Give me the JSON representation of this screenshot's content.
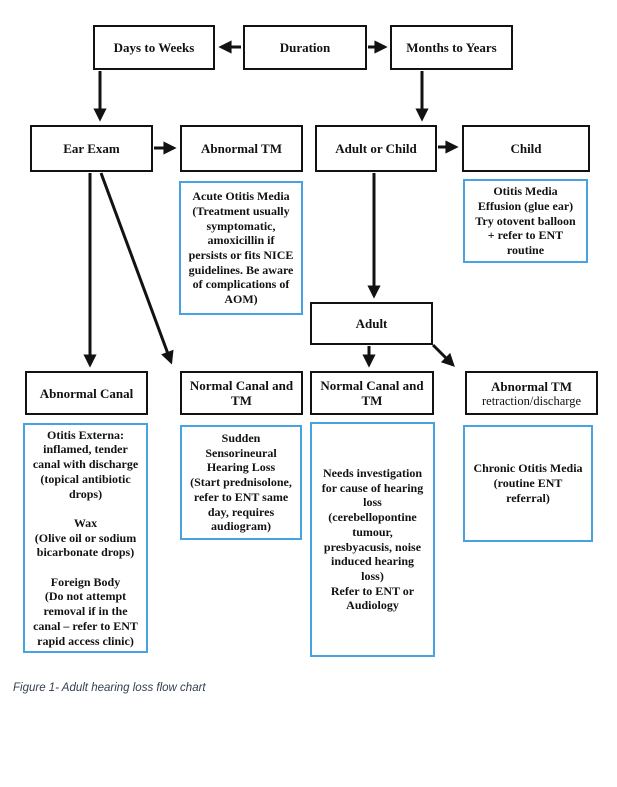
{
  "nodes": {
    "duration": "Duration",
    "days_to_weeks": "Days to Weeks",
    "months_to_years": "Months to Years",
    "ear_exam": "Ear Exam",
    "abnormal_tm": "Abnormal TM",
    "adult_or_child": "Adult or Child",
    "child": "Child",
    "adult": "Adult",
    "abnormal_canal": "Abnormal Canal",
    "normal_canal_tm_left": "Normal Canal and\nTM",
    "normal_canal_tm_right": "Normal Canal and\nTM",
    "abnormal_tm_2_title": "Abnormal TM",
    "abnormal_tm_2_sub": "retraction/discharge"
  },
  "info": {
    "acute_otitis_media": "Acute Otitis Media\n(Treatment usually\nsymptomatic,\namoxicillin if\npersists or fits NICE\nguidelines. Be aware\nof complications of\nAOM)",
    "otitis_media_effusion": "Otitis Media\nEffusion (glue ear)\nTry otovent balloon\n+ refer to ENT\nroutine",
    "otitis_externa": "Otitis Externa:\ninflamed, tender\ncanal with discharge\n(topical antibiotic\ndrops)\n\nWax\n(Olive oil or sodium\nbicarbonate drops)\n\nForeign Body\n(Do not attempt\nremoval if in the\ncanal – refer to ENT\nrapid access clinic)",
    "sudden_snhl": "Sudden\nSensorineural\nHearing Loss\n(Start prednisolone,\nrefer to ENT same\nday, requires\naudiogram)",
    "needs_investigation": "Needs investigation\nfor cause of hearing\nloss\n(cerebellopontine\ntumour,\npresbyacusis, noise\ninduced hearing\nloss)\nRefer to ENT or\nAudiology",
    "chronic_otitis_media": "Chronic Otitis Media\n(routine ENT\nreferral)"
  },
  "caption": {
    "text": "Figure 1- Adult hearing loss flow chart"
  },
  "colors": {
    "line_black": "#121212",
    "info_border_blue": "#46a2e0",
    "caption_blue_gray": "#333F50"
  }
}
